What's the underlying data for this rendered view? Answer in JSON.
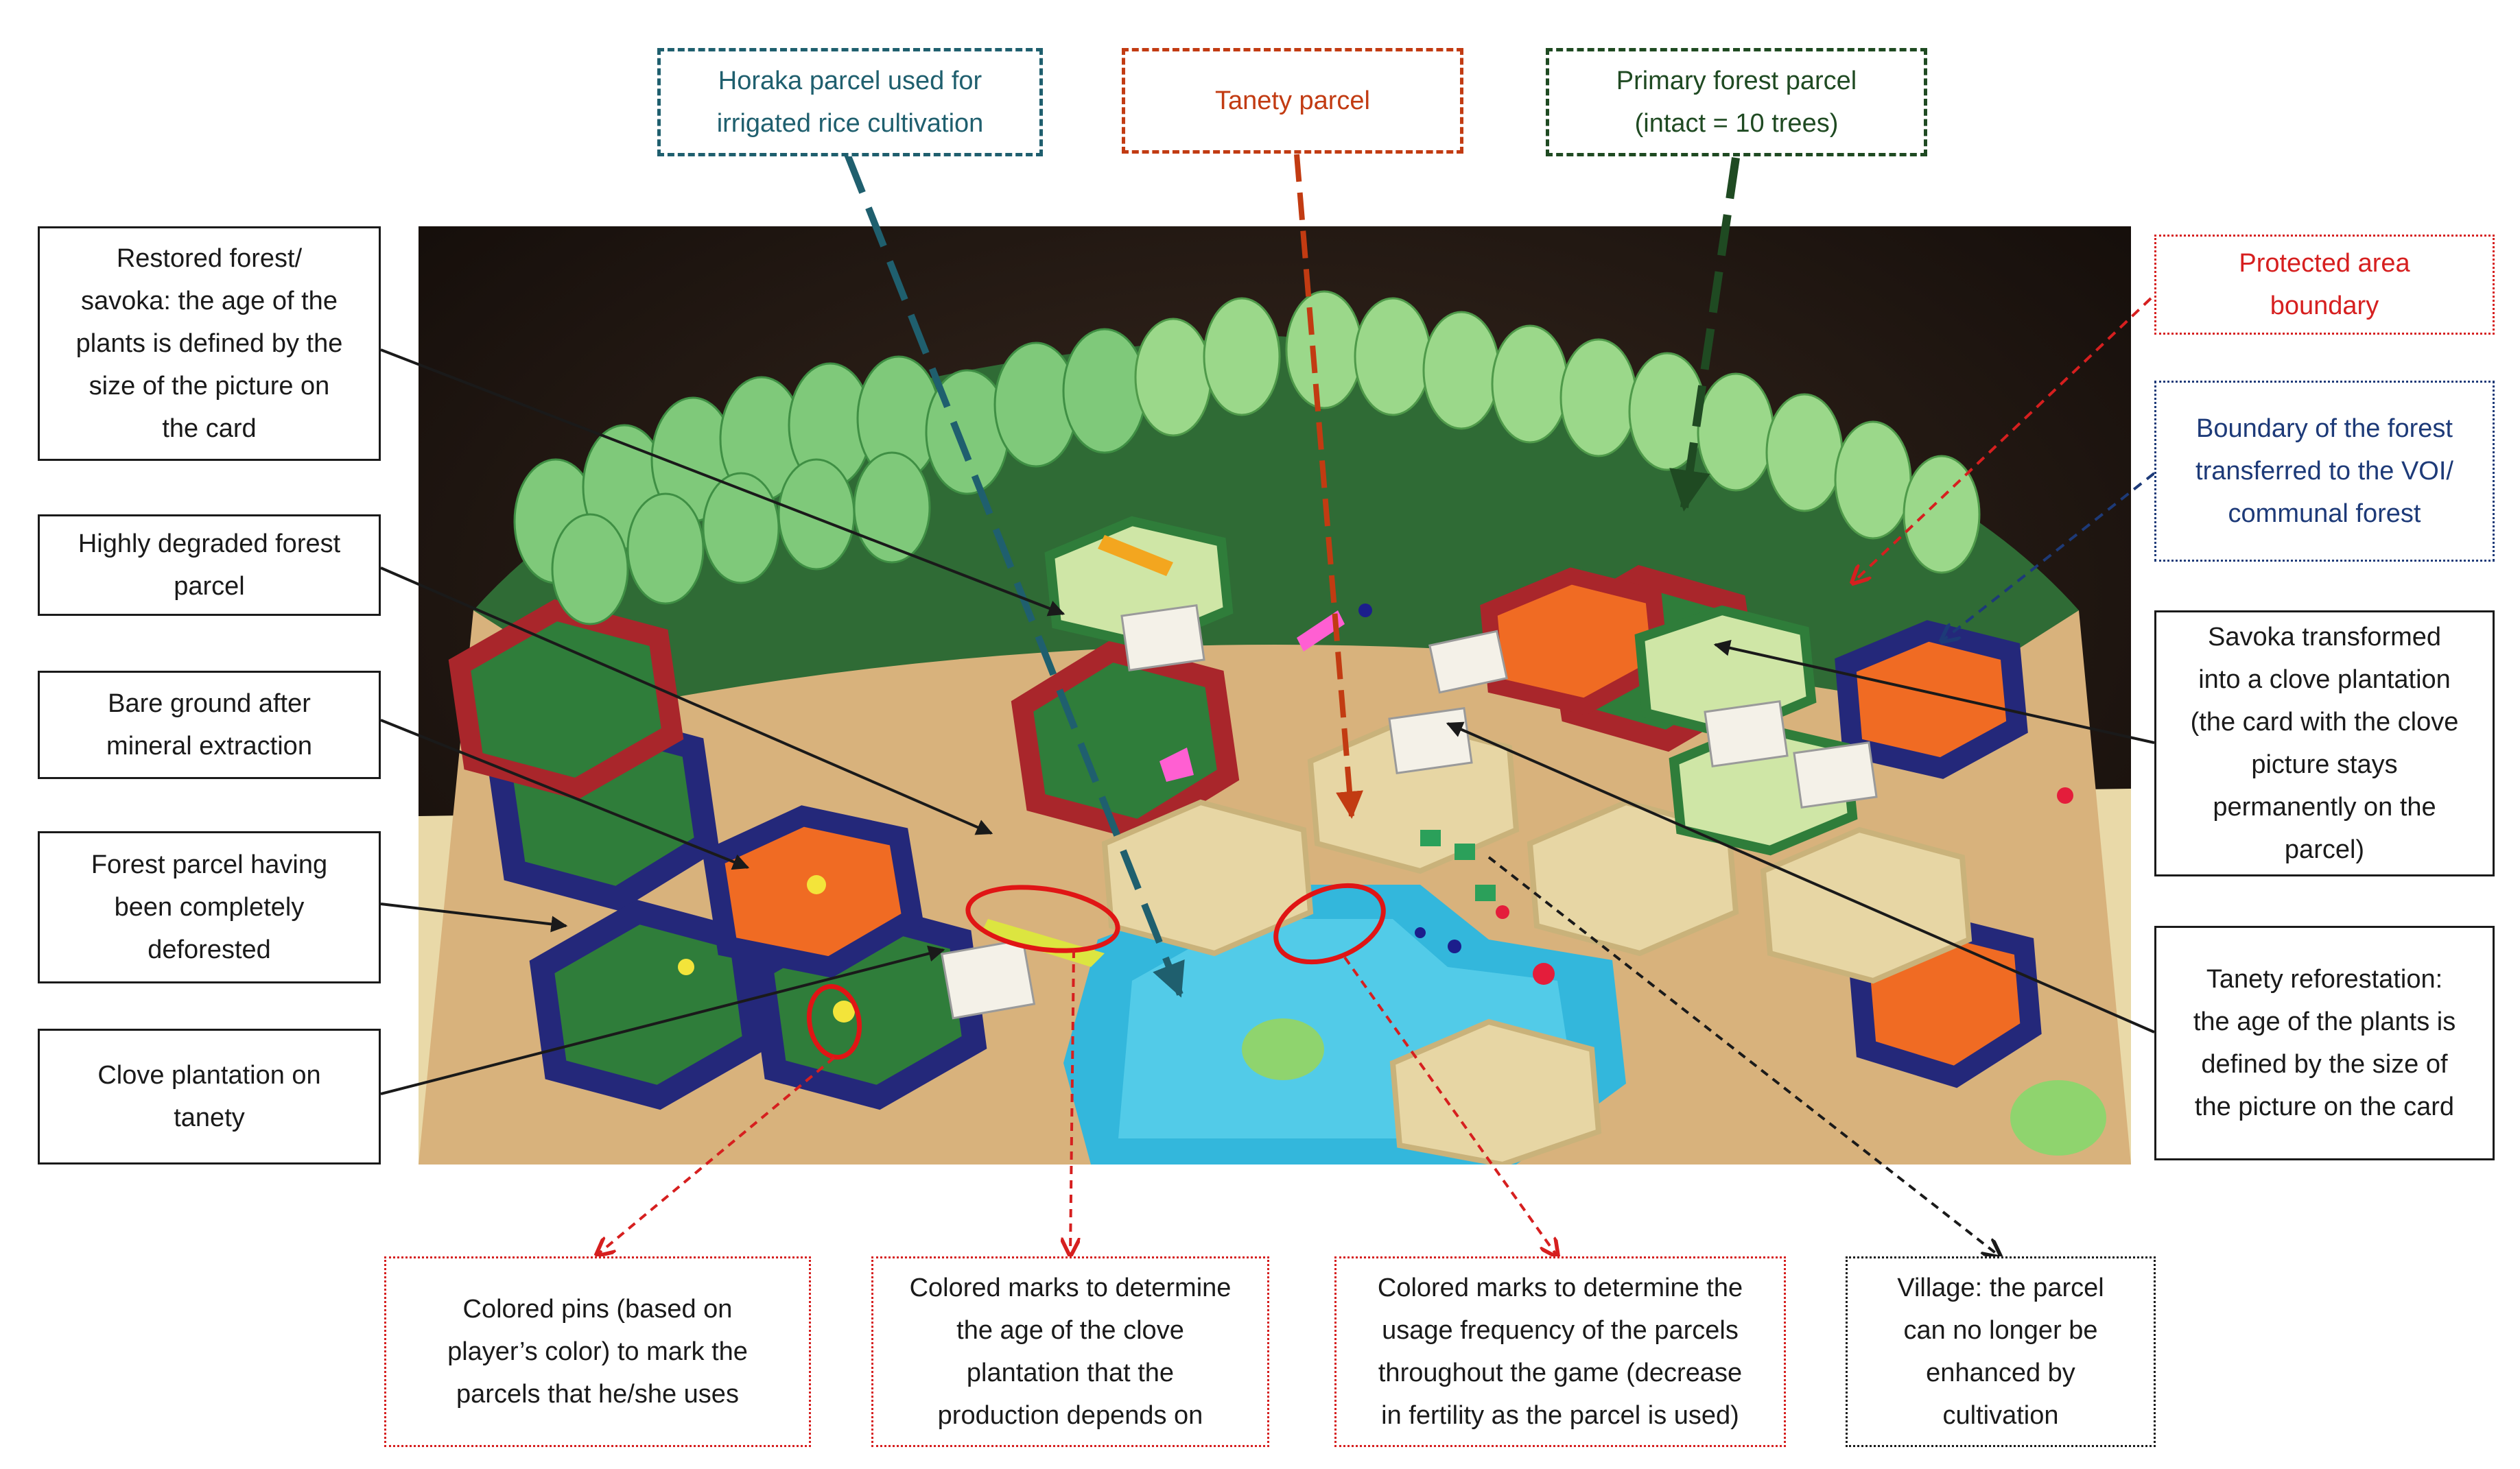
{
  "labels": {
    "horaka": "Horaka parcel used for\nirrigated rice cultivation",
    "tanety_parcel": "Tanety parcel",
    "primary_forest": "Primary forest parcel\n(intact = 10 trees)",
    "protected_area": "Protected area\nboundary",
    "voi_boundary": "Boundary of the forest\ntransferred to the VOI/\ncommunal forest",
    "restored_forest": "Restored forest/\nsavoka: the age of the\nplants is defined by the\nsize of the picture on\nthe card",
    "highly_degraded": "Highly degraded forest\nparcel",
    "bare_ground": "Bare ground after\nmineral extraction",
    "deforested": "Forest parcel having\nbeen completely\ndeforested",
    "clove_tanety": "Clove plantation on\ntanety",
    "savoka_clove": "Savoka transformed\ninto a clove plantation\n(the card with the clove\npicture stays\npermanently on the\nparcel)",
    "tanety_reforestation": "Tanety reforestation:\nthe age of the plants is\ndefined by the size of\nthe picture on the card",
    "colored_pins": "Colored pins (based on\nplayer’s color) to mark the\nparcels that he/she uses",
    "marks_clove_age": "Colored marks to determine\nthe age of the clove\nplantation that the\nproduction depends on",
    "marks_usage": "Colored marks to determine the\nusage frequency of the parcels\nthroughout the game (decrease\nin fertility as the parcel is used)",
    "village": "Village: the parcel\ncan no longer be\nenhanced by\ncultivation"
  },
  "colors": {
    "teal": "#1f5f6e",
    "orange": "#c23b12",
    "dark_green": "#1f4a22",
    "red": "#d61f1f",
    "navy": "#1d3a78",
    "black": "#1a1a1a"
  }
}
